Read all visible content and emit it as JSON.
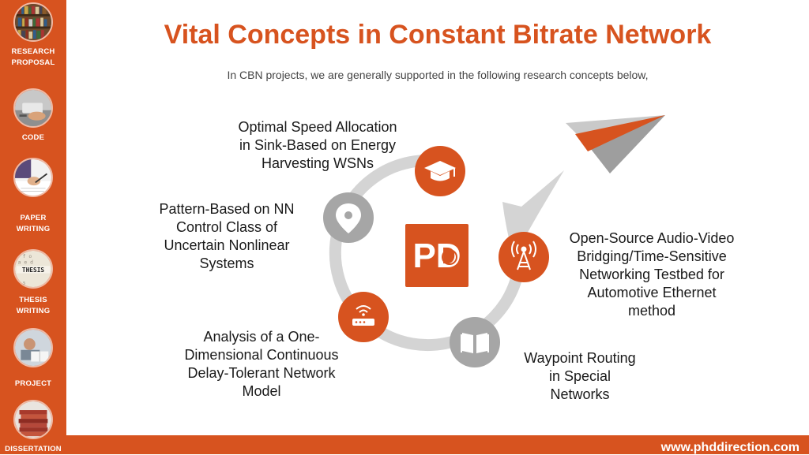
{
  "sidebar": {
    "items": [
      {
        "label_line1": "RESEARCH",
        "label_line2": "PROPOSAL"
      },
      {
        "label_line1": "CODE",
        "label_line2": ""
      },
      {
        "label_line1": "PAPER",
        "label_line2": "WRITING"
      },
      {
        "label_line1": "THESIS",
        "label_line2": "WRITING",
        "thumb_text": "THESIS"
      },
      {
        "label_line1": "PROJECT",
        "label_line2": ""
      },
      {
        "label_line1": "DISSERTATION",
        "label_line2": ""
      }
    ]
  },
  "header": {
    "title": "Vital Concepts in Constant Bitrate Network",
    "subtitle": "In CBN projects, we are generally supported in the following research concepts below,"
  },
  "logo": {
    "text": "PD"
  },
  "concepts": [
    {
      "lines": [
        "Optimal Speed Allocation",
        "in Sink-Based on Energy",
        "Harvesting WSNs"
      ],
      "icon": "graduation-cap-icon"
    },
    {
      "lines": [
        "Pattern-Based on NN",
        "Control Class of",
        "Uncertain Nonlinear",
        "Systems"
      ],
      "icon": "location-pin-icon"
    },
    {
      "lines": [
        "Open-Source Audio-Video",
        "Bridging/Time-Sensitive",
        "Networking Testbed for",
        "Automotive Ethernet",
        "method"
      ],
      "icon": "radio-tower-icon"
    },
    {
      "lines": [
        "Waypoint Routing",
        "in Special",
        "Networks"
      ],
      "icon": "open-book-icon"
    },
    {
      "lines": [
        "Analysis of a One-",
        "Dimensional Continuous",
        "Delay-Tolerant Network",
        "Model"
      ],
      "icon": "wifi-router-icon"
    }
  ],
  "footer": {
    "url": "www.phddirection.com"
  },
  "colors": {
    "accent": "#d7531f",
    "grey_icon": "#a6a6a6",
    "arrow_grey": "#d0d0d0",
    "text": "#1a1a1a"
  }
}
